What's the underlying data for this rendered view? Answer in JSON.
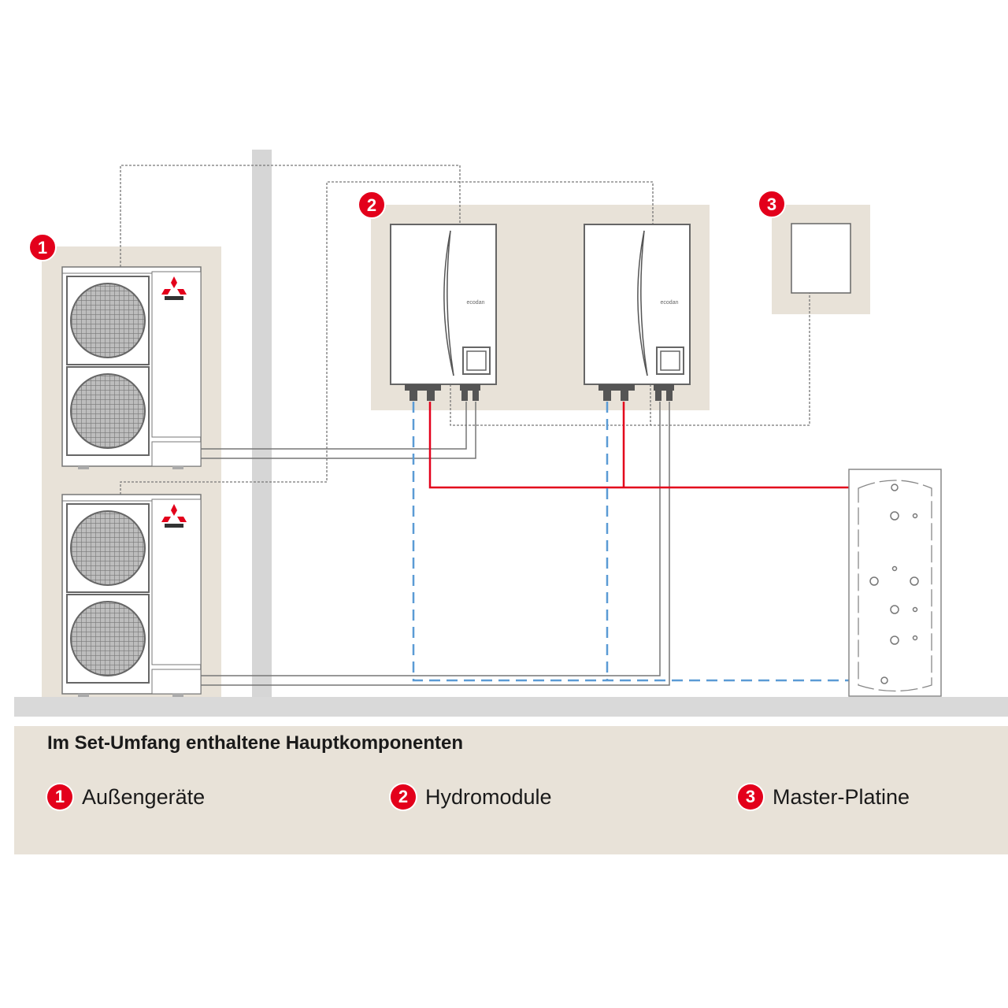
{
  "colors": {
    "accent": "#e3001b",
    "flow_hot": "#e3001b",
    "flow_cold": "#5b9bd5",
    "panel": "#e8e2d8",
    "structure": "#d6d6d6"
  },
  "diagram": {
    "badges": [
      "1",
      "2",
      "3"
    ],
    "hydromodule_brand": "ecodan"
  },
  "legend": {
    "title": "Im Set-Umfang enthaltene Hauptkomponenten",
    "items": [
      {
        "number": "1",
        "label": "Außengeräte"
      },
      {
        "number": "2",
        "label": "Hydromodule"
      },
      {
        "number": "3",
        "label": "Master-Platine"
      }
    ]
  }
}
